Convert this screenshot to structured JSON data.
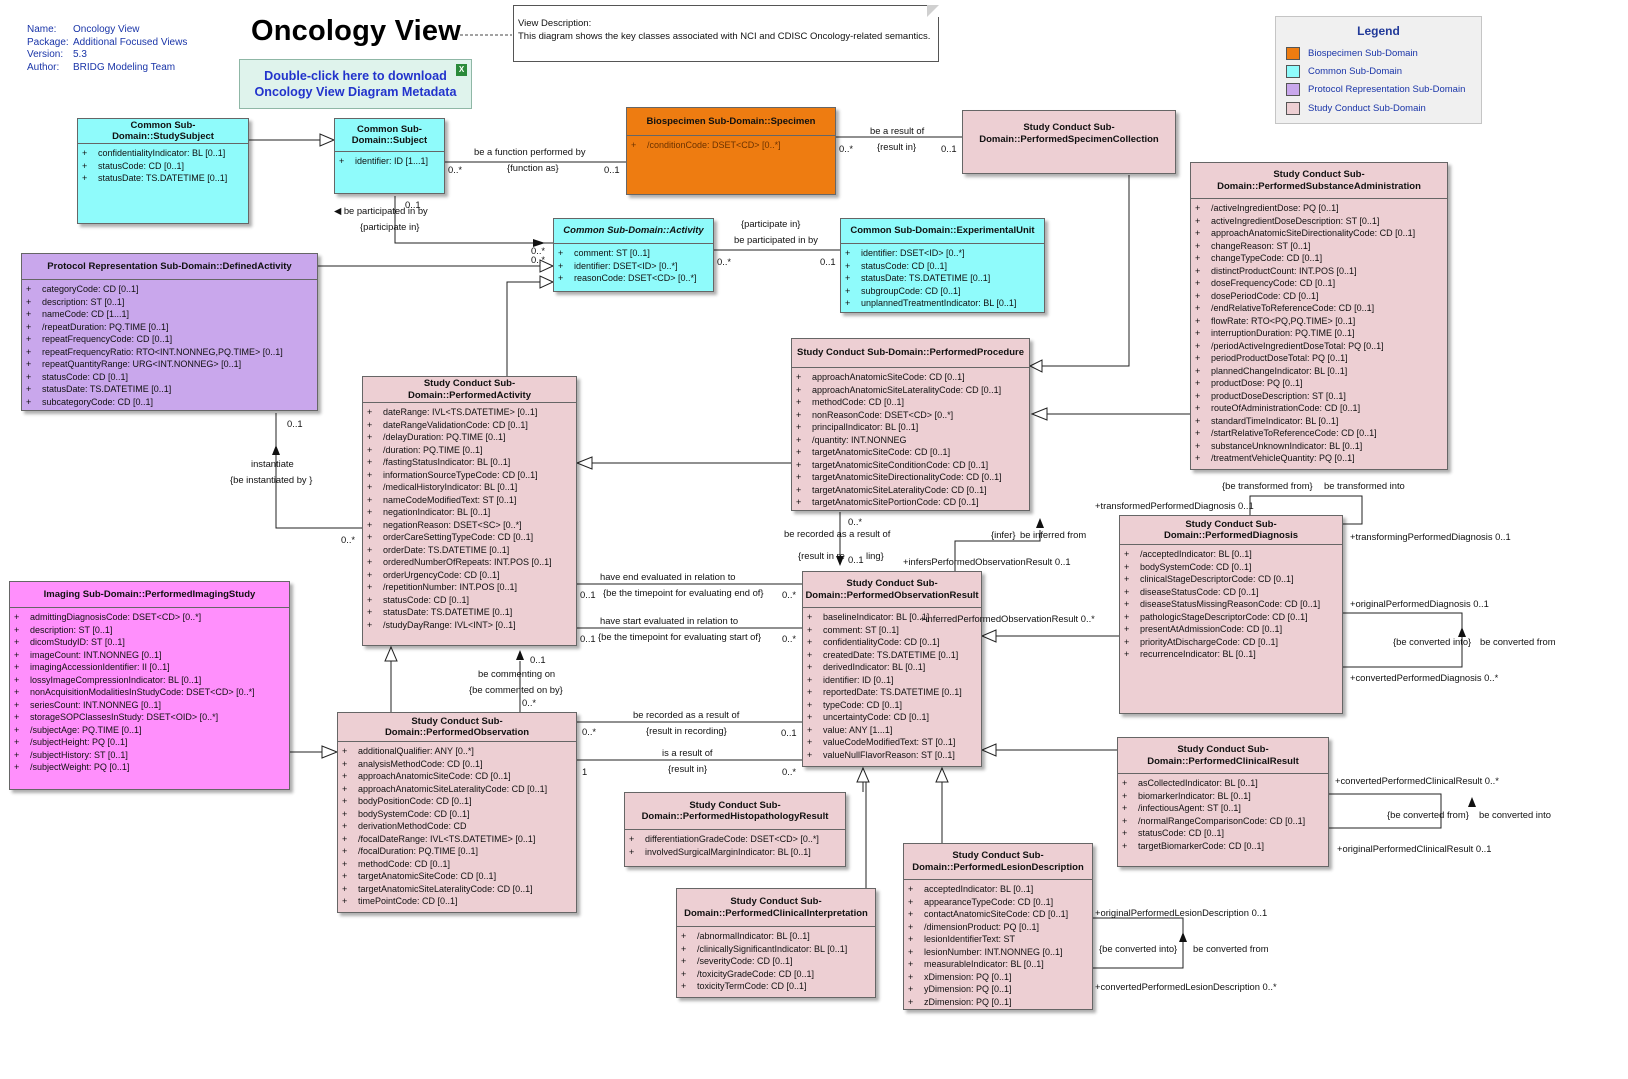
{
  "header": {
    "meta": [
      {
        "key": "Name:",
        "value": "Oncology View"
      },
      {
        "key": "Package:",
        "value": "Additional Focused Views"
      },
      {
        "key": "Version:",
        "value": "5.3"
      },
      {
        "key": "Author:",
        "value": "BRIDG Modeling Team"
      }
    ],
    "title": "Oncology View",
    "note_title": "View Description:",
    "note_body": "This diagram shows the key classes associated with NCI and CDISC Oncology-related semantics.",
    "download_line1": "Double-click here to download",
    "download_line2": "Oncology View Diagram Metadata"
  },
  "legend": {
    "title": "Legend",
    "items": [
      {
        "label": "Biospecimen Sub-Domain",
        "color": "#ee7c11"
      },
      {
        "label": "Common Sub-Domain",
        "color": "#8ffbfb"
      },
      {
        "label": "Protocol Representation Sub-Domain",
        "color": "#c9a7ec"
      },
      {
        "label": "Study Conduct Sub-Domain",
        "color": "#edcfd3"
      }
    ]
  },
  "classes": {
    "studySubject": {
      "title": "Common Sub-Domain::StudySubject",
      "attributes": [
        "confidentialityIndicator: BL [0..1]",
        "statusCode: CD [0..1]",
        "statusDate: TS.DATETIME [0..1]"
      ]
    },
    "subject": {
      "title": "Common Sub-Domain::Subject",
      "attributes": [
        "identifier: ID [1...1]"
      ]
    },
    "specimen": {
      "title": "Biospecimen Sub-Domain::Specimen",
      "attributes": [
        "/conditionCode: DSET<CD> [0..*]"
      ]
    },
    "performedSpecimenCollection": {
      "title": "Study Conduct Sub-Domain::PerformedSpecimenCollection",
      "attributes": []
    },
    "activity": {
      "title": "Common Sub-Domain::Activity",
      "attributes": [
        "comment: ST [0..1]",
        "identifier: DSET<ID> [0..*]",
        "reasonCode: DSET<CD> [0..*]"
      ]
    },
    "experimentalUnit": {
      "title": "Common Sub-Domain::ExperimentalUnit",
      "attributes": [
        "identifier: DSET<ID> [0..*]",
        "statusCode: CD [0..1]",
        "statusDate: TS.DATETIME [0..1]",
        "subgroupCode: CD [0..1]",
        "unplannedTreatmentIndicator: BL [0..1]"
      ]
    },
    "definedActivity": {
      "title": "Protocol Representation Sub-Domain::DefinedActivity",
      "attributes": [
        "categoryCode: CD [0..1]",
        "description: ST [0..1]",
        "nameCode: CD [1...1]",
        "/repeatDuration: PQ.TIME [0..1]",
        "repeatFrequencyCode: CD [0..1]",
        "repeatFrequencyRatio: RTO<INT.NONNEG,PQ.TIME> [0..1]",
        "repeatQuantityRange: URG<INT.NONNEG> [0..1]",
        "statusCode: CD [0..1]",
        "statusDate: TS.DATETIME [0..1]",
        "subcategoryCode: CD [0..1]"
      ]
    },
    "performedSubstanceAdministration": {
      "title": "Study Conduct Sub-Domain::PerformedSubstanceAdministration",
      "attributes": [
        "/activeIngredientDose: PQ [0..1]",
        "activeIngredientDoseDescription: ST [0..1]",
        "approachAnatomicSiteDirectionalityCode: CD [0..1]",
        "changeReason: ST [0..1]",
        "changeTypeCode: CD [0..1]",
        "distinctProductCount: INT.POS [0..1]",
        "doseFrequencyCode: CD [0..1]",
        "dosePeriodCode: CD [0..1]",
        "/endRelativeToReferenceCode: CD [0..1]",
        "flowRate: RTO<PQ,PQ.TIME> [0..1]",
        "interruptionDuration: PQ.TIME [0..1]",
        "/periodActiveIngredientDoseTotal: PQ [0..1]",
        "periodProductDoseTotal: PQ [0..1]",
        "plannedChangeIndicator: BL [0..1]",
        "productDose: PQ [0..1]",
        "productDoseDescription: ST [0..1]",
        "routeOfAdministrationCode: CD [0..1]",
        "standardTimeIndicator: BL [0..1]",
        "/startRelativeToReferenceCode: CD [0..1]",
        "substanceUnknownIndicator: BL [0..1]",
        "/treatmentVehicleQuantity: PQ [0..1]"
      ]
    },
    "performedProcedure": {
      "title": "Study Conduct Sub-Domain::PerformedProcedure",
      "attributes": [
        "approachAnatomicSiteCode: CD [0..1]",
        "approachAnatomicSiteLateralityCode: CD [0..1]",
        "methodCode: CD [0..1]",
        "nonReasonCode: DSET<CD> [0..*]",
        "principalIndicator: BL [0..1]",
        "/quantity: INT.NONNEG",
        "targetAnatomicSiteCode: CD [0..1]",
        "targetAnatomicSiteConditionCode: CD [0..1]",
        "targetAnatomicSiteDirectionalityCode: CD [0..1]",
        "targetAnatomicSiteLateralityCode: CD [0..1]",
        "targetAnatomicSitePortionCode: CD [0..1]"
      ]
    },
    "performedActivity": {
      "title": "Study Conduct Sub-Domain::PerformedActivity",
      "attributes": [
        "dateRange: IVL<TS.DATETIME> [0..1]",
        "dateRangeValidationCode: CD [0..1]",
        "/delayDuration: PQ.TIME [0..1]",
        "/duration: PQ.TIME [0..1]",
        "/fastingStatusIndicator: BL [0..1]",
        "informationSourceTypeCode: CD [0..1]",
        "/medicalHistoryIndicator: BL [0..1]",
        "nameCodeModifiedText: ST [0..1]",
        "negationIndicator: BL [0..1]",
        "negationReason: DSET<SC> [0..*]",
        "orderCareSettingTypeCode: CD [0..1]",
        "orderDate: TS.DATETIME [0..1]",
        "orderedNumberOfRepeats: INT.POS [0..1]",
        "orderUrgencyCode: CD [0..1]",
        "/repetitionNumber: INT.POS [0..1]",
        "statusCode: CD [0..1]",
        "statusDate: TS.DATETIME [0..1]",
        "/studyDayRange: IVL<INT> [0..1]"
      ]
    },
    "performedDiagnosis": {
      "title": "Study Conduct Sub-Domain::PerformedDiagnosis",
      "attributes": [
        "/acceptedIndicator: BL [0..1]",
        "bodySystemCode: CD [0..1]",
        "clinicalStageDescriptorCode: CD [0..1]",
        "diseaseStatusCode: CD [0..1]",
        "diseaseStatusMissingReasonCode: CD [0..1]",
        "pathologicStageDescriptorCode: CD [0..1]",
        "presentAtAdmissionCode: CD [0..1]",
        "priorityAtDischargeCode: CD [0..1]",
        "recurrenceIndicator: BL [0..1]"
      ]
    },
    "performedObservationResult": {
      "title": "Study Conduct Sub-Domain::PerformedObservationResult",
      "attributes": [
        "baselineIndicator: BL [0..1]",
        "comment: ST [0..1]",
        "confidentialityCode: CD [0..1]",
        "createdDate: TS.DATETIME [0..1]",
        "derivedIndicator: BL [0..1]",
        "identifier: ID [0..1]",
        "reportedDate: TS.DATETIME [0..1]",
        "typeCode: CD [0..1]",
        "uncertaintyCode: CD [0..1]",
        "value: ANY [1...1]",
        "valueCodeModifiedText: ST [0..1]",
        "valueNullFlavorReason: ST [0..1]"
      ]
    },
    "performedImagingStudy": {
      "title": "Imaging Sub-Domain::PerformedImagingStudy",
      "attributes": [
        "admittingDiagnosisCode: DSET<CD> [0..*]",
        "description: ST [0..1]",
        "dicomStudyID: ST [0..1]",
        "imageCount: INT.NONNEG [0..1]",
        "imagingAccessionIdentifier: II [0..1]",
        "lossyImageCompressionIndicator: BL [0..1]",
        "nonAcquisitionModalitiesInStudyCode: DSET<CD> [0..*]",
        "seriesCount: INT.NONNEG [0..1]",
        "storageSOPClassesInStudy: DSET<OID> [0..*]",
        "/subjectAge: PQ.TIME [0..1]",
        "/subjectHeight: PQ [0..1]",
        "/subjectHistory: ST [0..1]",
        "/subjectWeight: PQ [0..1]"
      ]
    },
    "performedObservation": {
      "title": "Study Conduct Sub-Domain::PerformedObservation",
      "attributes": [
        "additionalQualifier: ANY [0..*]",
        "analysisMethodCode: CD [0..1]",
        "approachAnatomicSiteCode: CD [0..1]",
        "approachAnatomicSiteLateralityCode: CD [0..1]",
        "bodyPositionCode: CD [0..1]",
        "bodySystemCode: CD [0..1]",
        "derivationMethodCode: CD",
        "/focalDateRange: IVL<TS.DATETIME> [0..1]",
        "/focalDuration: PQ.TIME [0..1]",
        "methodCode: CD [0..1]",
        "targetAnatomicSiteCode: CD [0..1]",
        "targetAnatomicSiteLateralityCode: CD [0..1]",
        "timePointCode: CD [0..1]"
      ]
    },
    "performedClinicalResult": {
      "title": "Study Conduct Sub-Domain::PerformedClinicalResult",
      "attributes": [
        "asCollectedIndicator: BL [0..1]",
        "biomarkerIndicator: BL [0..1]",
        "/infectiousAgent: ST [0..1]",
        "/normalRangeComparisonCode: CD [0..1]",
        "statusCode: CD [0..1]",
        "targetBiomarkerCode: CD [0..1]"
      ]
    },
    "performedHistopathologyResult": {
      "title": "Study Conduct Sub-Domain::PerformedHistopathologyResult",
      "attributes": [
        "differentiationGradeCode: DSET<CD> [0..*]",
        "involvedSurgicalMarginIndicator: BL [0..1]"
      ]
    },
    "performedLesionDescription": {
      "title": "Study Conduct Sub-Domain::PerformedLesionDescription",
      "attributes": [
        "acceptedIndicator: BL [0..1]",
        "appearanceTypeCode: CD [0..1]",
        "contactAnatomicSiteCode: CD [0..1]",
        "/dimensionProduct: PQ [0..1]",
        "lesionIdentifierText: ST",
        "lesionNumber: INT.NONNEG [0..1]",
        "measurableIndicator: BL [0..1]",
        "xDimension: PQ [0..1]",
        "yDimension: PQ [0..1]",
        "zDimension: PQ [0..1]"
      ]
    },
    "performedClinicalInterpretation": {
      "title": "Study Conduct Sub-Domain::PerformedClinicalInterpretation",
      "attributes": [
        "/abnormalIndicator: BL [0..1]",
        "/clinicallySignificantIndicator: BL [0..1]",
        "/severityCode: CD [0..1]",
        "/toxicityGradeCode: CD [0..1]",
        "toxicityTermCode: CD [0..1]"
      ]
    }
  },
  "edge_labels": [
    "be a function performed by",
    "{function as}",
    "0..*",
    "0..1",
    "◀ be participated in by",
    "{participate in}",
    "0..1",
    "0..*",
    "be a result of",
    "{result in}",
    "0..*",
    "0..1",
    "{participate in}",
    "be participated in by",
    "0..*",
    "0..1",
    "0..*",
    "0..1",
    "instantiate",
    "{be instantiated by }",
    "0..*",
    "have end evaluated in relation to",
    "{be the timepoint for evaluating end of}",
    "0..1",
    "0..*",
    "have start evaluated in relation to",
    "{be the timepoint for evaluating start of}",
    "0..1",
    "0..*",
    "0..1",
    "be commenting on",
    "{be commented on by}",
    "0..*",
    "be recorded as a result of",
    "{result in recording}",
    "0..*",
    "0..1",
    "is a result of",
    "{result in}",
    "1",
    "0..*",
    "0..*",
    "be recorded as a result of",
    "{result in re",
    "ling}",
    "0..1",
    "{infer}",
    "be inferred from",
    "+infersPerformedObservationResult 0..1",
    "+inferredPerformedObservationResult 0..*",
    "{be transformed from}",
    "be transformed into",
    "+transformedPerformedDiagnosis 0..1",
    "+transformingPerformedDiagnosis 0..1",
    "+originalPerformedDiagnosis 0..1",
    "{be converted into}",
    "be converted from",
    "+convertedPerformedDiagnosis 0..*",
    "+convertedPerformedClinicalResult 0..*",
    "{be converted from}",
    "be converted into",
    "+originalPerformedClinicalResult 0..1",
    "+originalPerformedLesionDescription 0..1",
    "{be converted into}",
    "be converted from",
    "+convertedPerformedLesionDescription 0..*"
  ]
}
